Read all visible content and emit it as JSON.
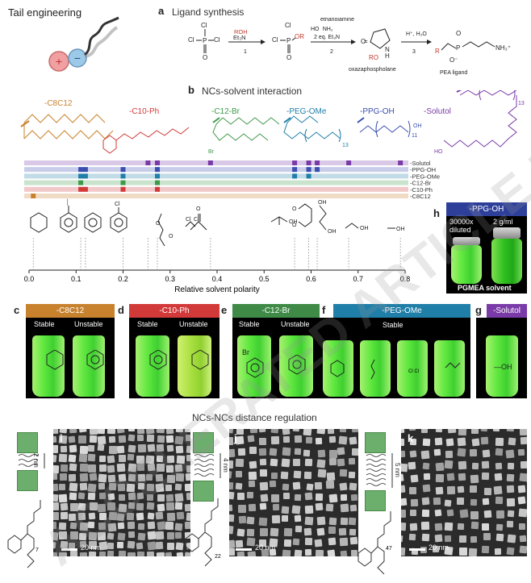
{
  "header": {
    "tail_title": "Tail engineering"
  },
  "panel_a": {
    "letter": "a",
    "title": "Ligand synthesis",
    "reagent_1": "ROH",
    "reagent_1b": "Et₃N",
    "step_1": "1",
    "ethanolamine": "ethanolamine",
    "ethanolamine_formula": "HO   NH₂",
    "reagent_2": "2 eq. Et₃N",
    "step_2": "2",
    "oxaza": "oxazaphospholane",
    "reagent_3": "H⁺, H₂O",
    "step_3": "3",
    "pea": "PEA ligand"
  },
  "panel_b": {
    "letter": "b",
    "title": "NCs-solvent interaction",
    "chains": [
      "-C8C12",
      "-C10-Ph",
      "-C12-Br",
      "-PEG-OMe",
      "-PPG-OH",
      "-Solutol"
    ],
    "chain_colors": [
      "#c8822e",
      "#d23a3a",
      "#3e9a4a",
      "#1f7fa8",
      "#3a4fb0",
      "#7a3aa8"
    ],
    "bar_labels": [
      "-Solutol",
      "-PPG-OH",
      "-PEG-OMe",
      "-C12-Br",
      "-C10-Ph",
      "-C8C12"
    ],
    "x_axis": {
      "label": "Relative solvent polarity",
      "ticks": [
        "0.0",
        "0.1",
        "0.2",
        "0.3",
        "0.4",
        "0.5",
        "0.6",
        "0.7",
        "0.8"
      ]
    }
  },
  "chart_data": {
    "type": "scatter",
    "xlabel": "Relative solvent polarity",
    "xlim": [
      0,
      0.8
    ],
    "rows": [
      {
        "name": "-Solutol",
        "x": [
          0.253,
          0.273,
          0.386,
          0.565,
          0.595,
          0.613,
          0.68,
          0.79
        ]
      },
      {
        "name": "-PPG-OH",
        "x": [
          0.11,
          0.12,
          0.2,
          0.273,
          0.565,
          0.595,
          0.613
        ]
      },
      {
        "name": "-PEG-OMe",
        "x": [
          0.11,
          0.12,
          0.2,
          0.273,
          0.565,
          0.595
        ]
      },
      {
        "name": "-C12-Br",
        "x": [
          0.11,
          0.2,
          0.273
        ]
      },
      {
        "name": "-C10-Ph",
        "x": [
          0.11,
          0.12,
          0.2,
          0.273
        ]
      },
      {
        "name": "-C8C12",
        "x": [
          0.009
        ]
      }
    ]
  },
  "panel_c": {
    "letter": "c",
    "header": "-C8C12",
    "left": "Stable",
    "right": "Unstable"
  },
  "panel_d": {
    "letter": "d",
    "header": "-C10-Ph",
    "left": "Stable",
    "right": "Unstable"
  },
  "panel_e": {
    "letter": "e",
    "header": "-C12-Br",
    "left": "Stable",
    "right": "Unstable",
    "br": "Br"
  },
  "panel_f": {
    "letter": "f",
    "header": "-PEG-OMe",
    "middle": "Stable"
  },
  "panel_g": {
    "letter": "g",
    "header": "-Solutol",
    "oh": "—OH"
  },
  "panel_h": {
    "letter": "h",
    "header": "-PPG-OH",
    "left": "30000x diluted",
    "right": "2 g/ml",
    "footer": "PGMEA solvent"
  },
  "bottom": {
    "title": "NCs-NCs distance regulation",
    "i": {
      "letter": "i",
      "scale": "20 nm",
      "spacing": "2 nm",
      "n": "7"
    },
    "j": {
      "letter": "j",
      "scale": "20 nm",
      "spacing": "4 nm",
      "n": "22"
    },
    "k": {
      "letter": "k",
      "scale": "20 nm",
      "spacing": "5 nm",
      "n": "47"
    }
  },
  "watermark": "ACCELERATED ARTICLE PREVIEW"
}
